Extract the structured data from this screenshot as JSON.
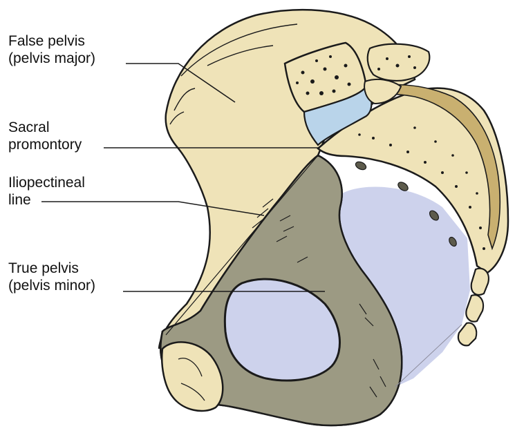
{
  "labels": {
    "false_pelvis": {
      "line1": "False pelvis",
      "line2": "(pelvis major)"
    },
    "sacral_promontory": {
      "line1": "Sacral",
      "line2": "promontory"
    },
    "iliopectineal_line": {
      "line1": "Iliopectineal",
      "line2": "line"
    },
    "true_pelvis": {
      "line1": "True pelvis",
      "line2": "(pelvis minor)"
    }
  },
  "colors": {
    "bone": "#efe3b8",
    "true_pelvis_shade": "#9c9a83",
    "pelvic_cavity": "#cdd2ec",
    "cartilage": "#b9d4ea",
    "outline": "#1b1b1b"
  }
}
